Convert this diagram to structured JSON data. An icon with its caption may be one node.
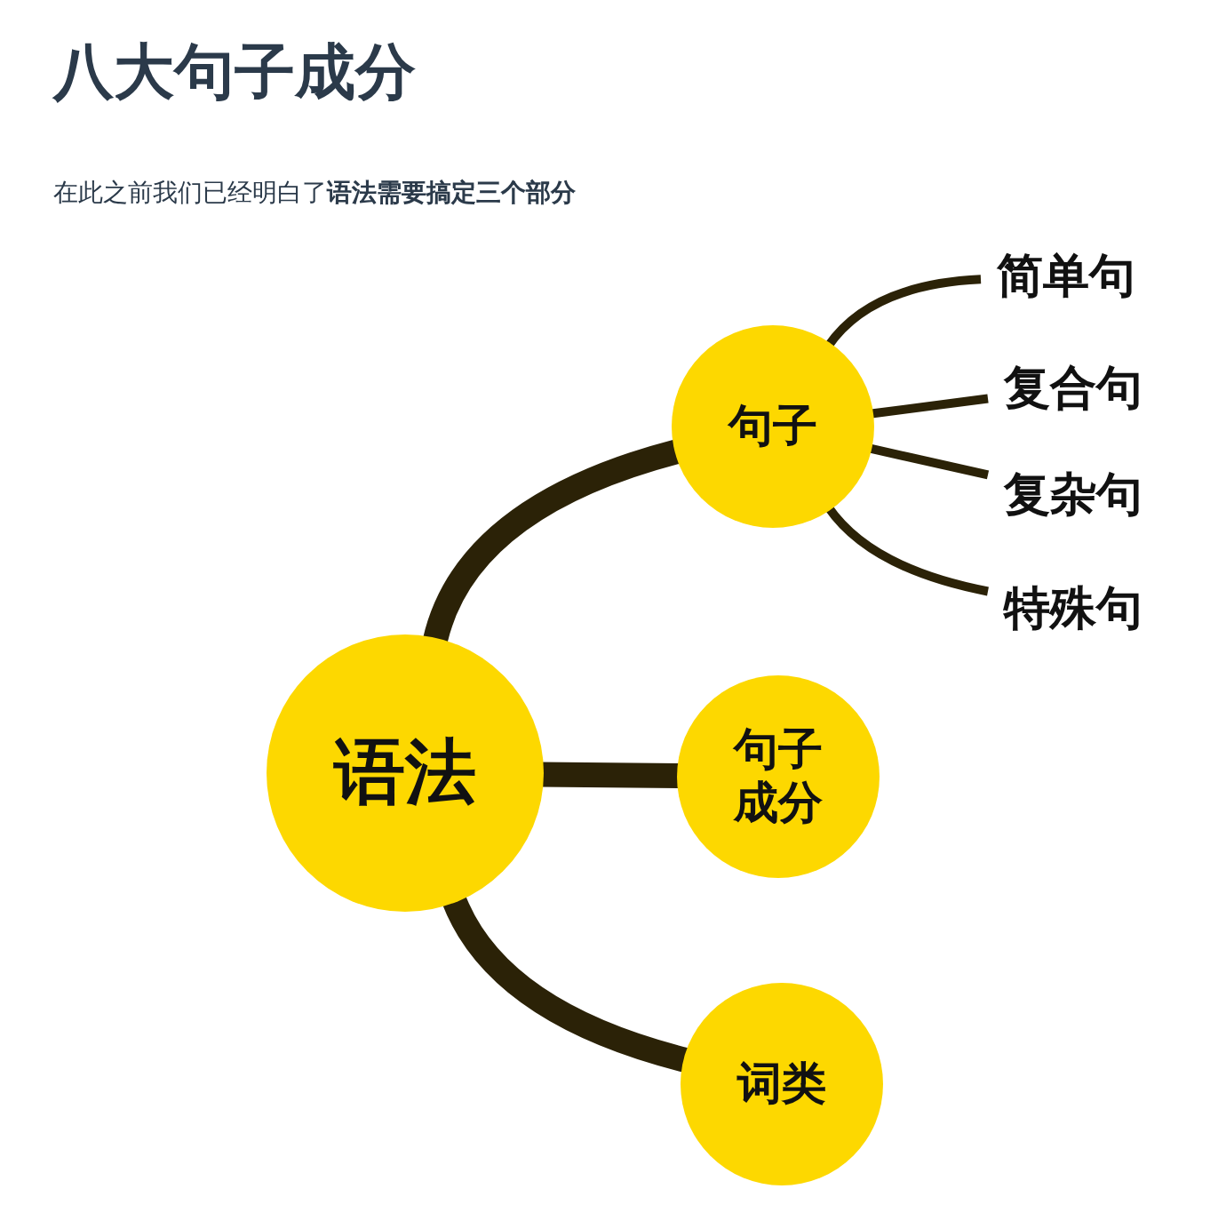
{
  "diagram": {
    "title": "八大句子成分",
    "nodes": [
      {
        "text": [
          "语法"
        ]
      },
      {
        "text": [
          "句子"
        ]
      },
      {
        "text": [
          "句子成分"
        ]
      },
      {
        "text": [
          "词类"
        ]
      },
      {
        "text": [
          "简单句"
        ]
      },
      {
        "text": [
          "复合句"
        ]
      },
      {
        "text": [
          "复杂句"
        ]
      },
      {
        "text": [
          "特殊句"
        ]
      }
    ],
    "edges": [
      {
        "from": 0,
        "to": 1,
        "arrow": "none",
        "style": "thick"
      },
      {
        "from": 0,
        "to": 2,
        "arrow": "none",
        "style": "thick"
      },
      {
        "from": 0,
        "to": 3,
        "arrow": "none",
        "style": "thick"
      },
      {
        "from": 1,
        "to": 4,
        "arrow": "none"
      },
      {
        "from": 1,
        "to": 5,
        "arrow": "none"
      },
      {
        "from": 1,
        "to": 6,
        "arrow": "none"
      },
      {
        "from": 1,
        "to": 7,
        "arrow": "none"
      }
    ],
    "labels": [
      "在此之前我们已经明白了**语法需要搞定三个部分**"
    ]
  }
}
